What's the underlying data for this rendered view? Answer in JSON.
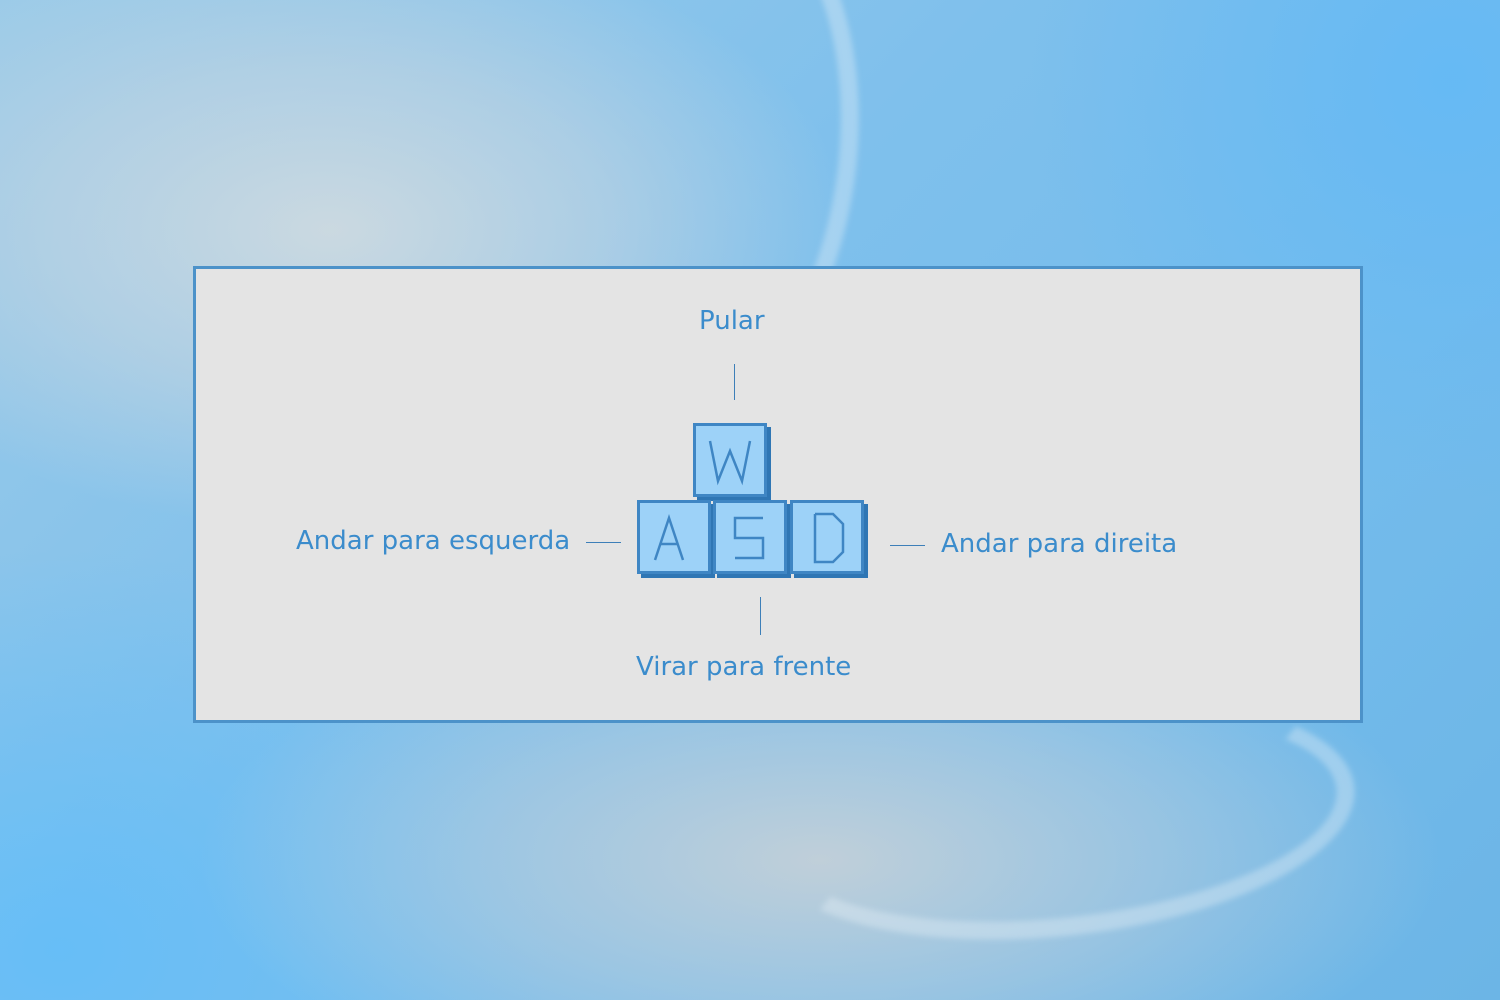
{
  "controls": {
    "jump_label": "Pular",
    "left_label": "Andar para esquerda",
    "right_label": "Andar para direita",
    "forward_label": "Virar para frente"
  },
  "keys": {
    "w": "W",
    "a": "A",
    "s": "S",
    "d": "D"
  },
  "colors": {
    "background": "#6fb9ea",
    "panel": "#e4e4e4",
    "panel_border": "#4c92c9",
    "label_text": "#3b8ccc",
    "key_face": "#9dd2f8",
    "key_edge": "#3f86c4",
    "key_shadow": "#2f76b4"
  },
  "icons": [
    "w-key-icon",
    "a-key-icon",
    "s-key-icon",
    "d-key-icon"
  ]
}
